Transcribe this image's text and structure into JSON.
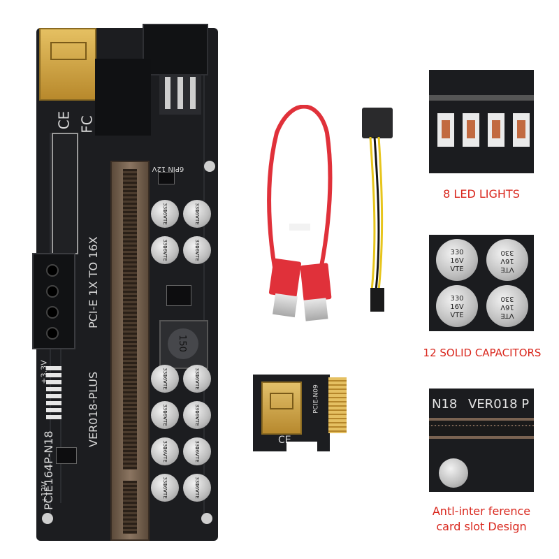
{
  "product": {
    "silk_model": "PCIE164P-N18",
    "silk_version": "VER018-PLUS",
    "silk_title": "PCI-E 1X TO 16X",
    "silk_power": "6PIN 12V IN",
    "silk_v33": "+3.3V",
    "silk_v12": "+12V",
    "silk_inductor": "150",
    "cap_label": [
      "330",
      "16V",
      "VTE"
    ],
    "adapter_silk": "PCIE-N09"
  },
  "callouts": {
    "led": "8 LED LIGHTS",
    "caps": "12 SOLID CAPACITORS",
    "slot_line1": "Antl-inter ference",
    "slot_line2": "card slot Design"
  },
  "detail_slot": {
    "text_left": "N18",
    "text_right": "VER018 P"
  },
  "colors": {
    "callout_red": "#d9261c",
    "pcb_black": "#1b1c1f",
    "cable_red": "#e0313a",
    "usb_gold": "#c9a24a"
  }
}
